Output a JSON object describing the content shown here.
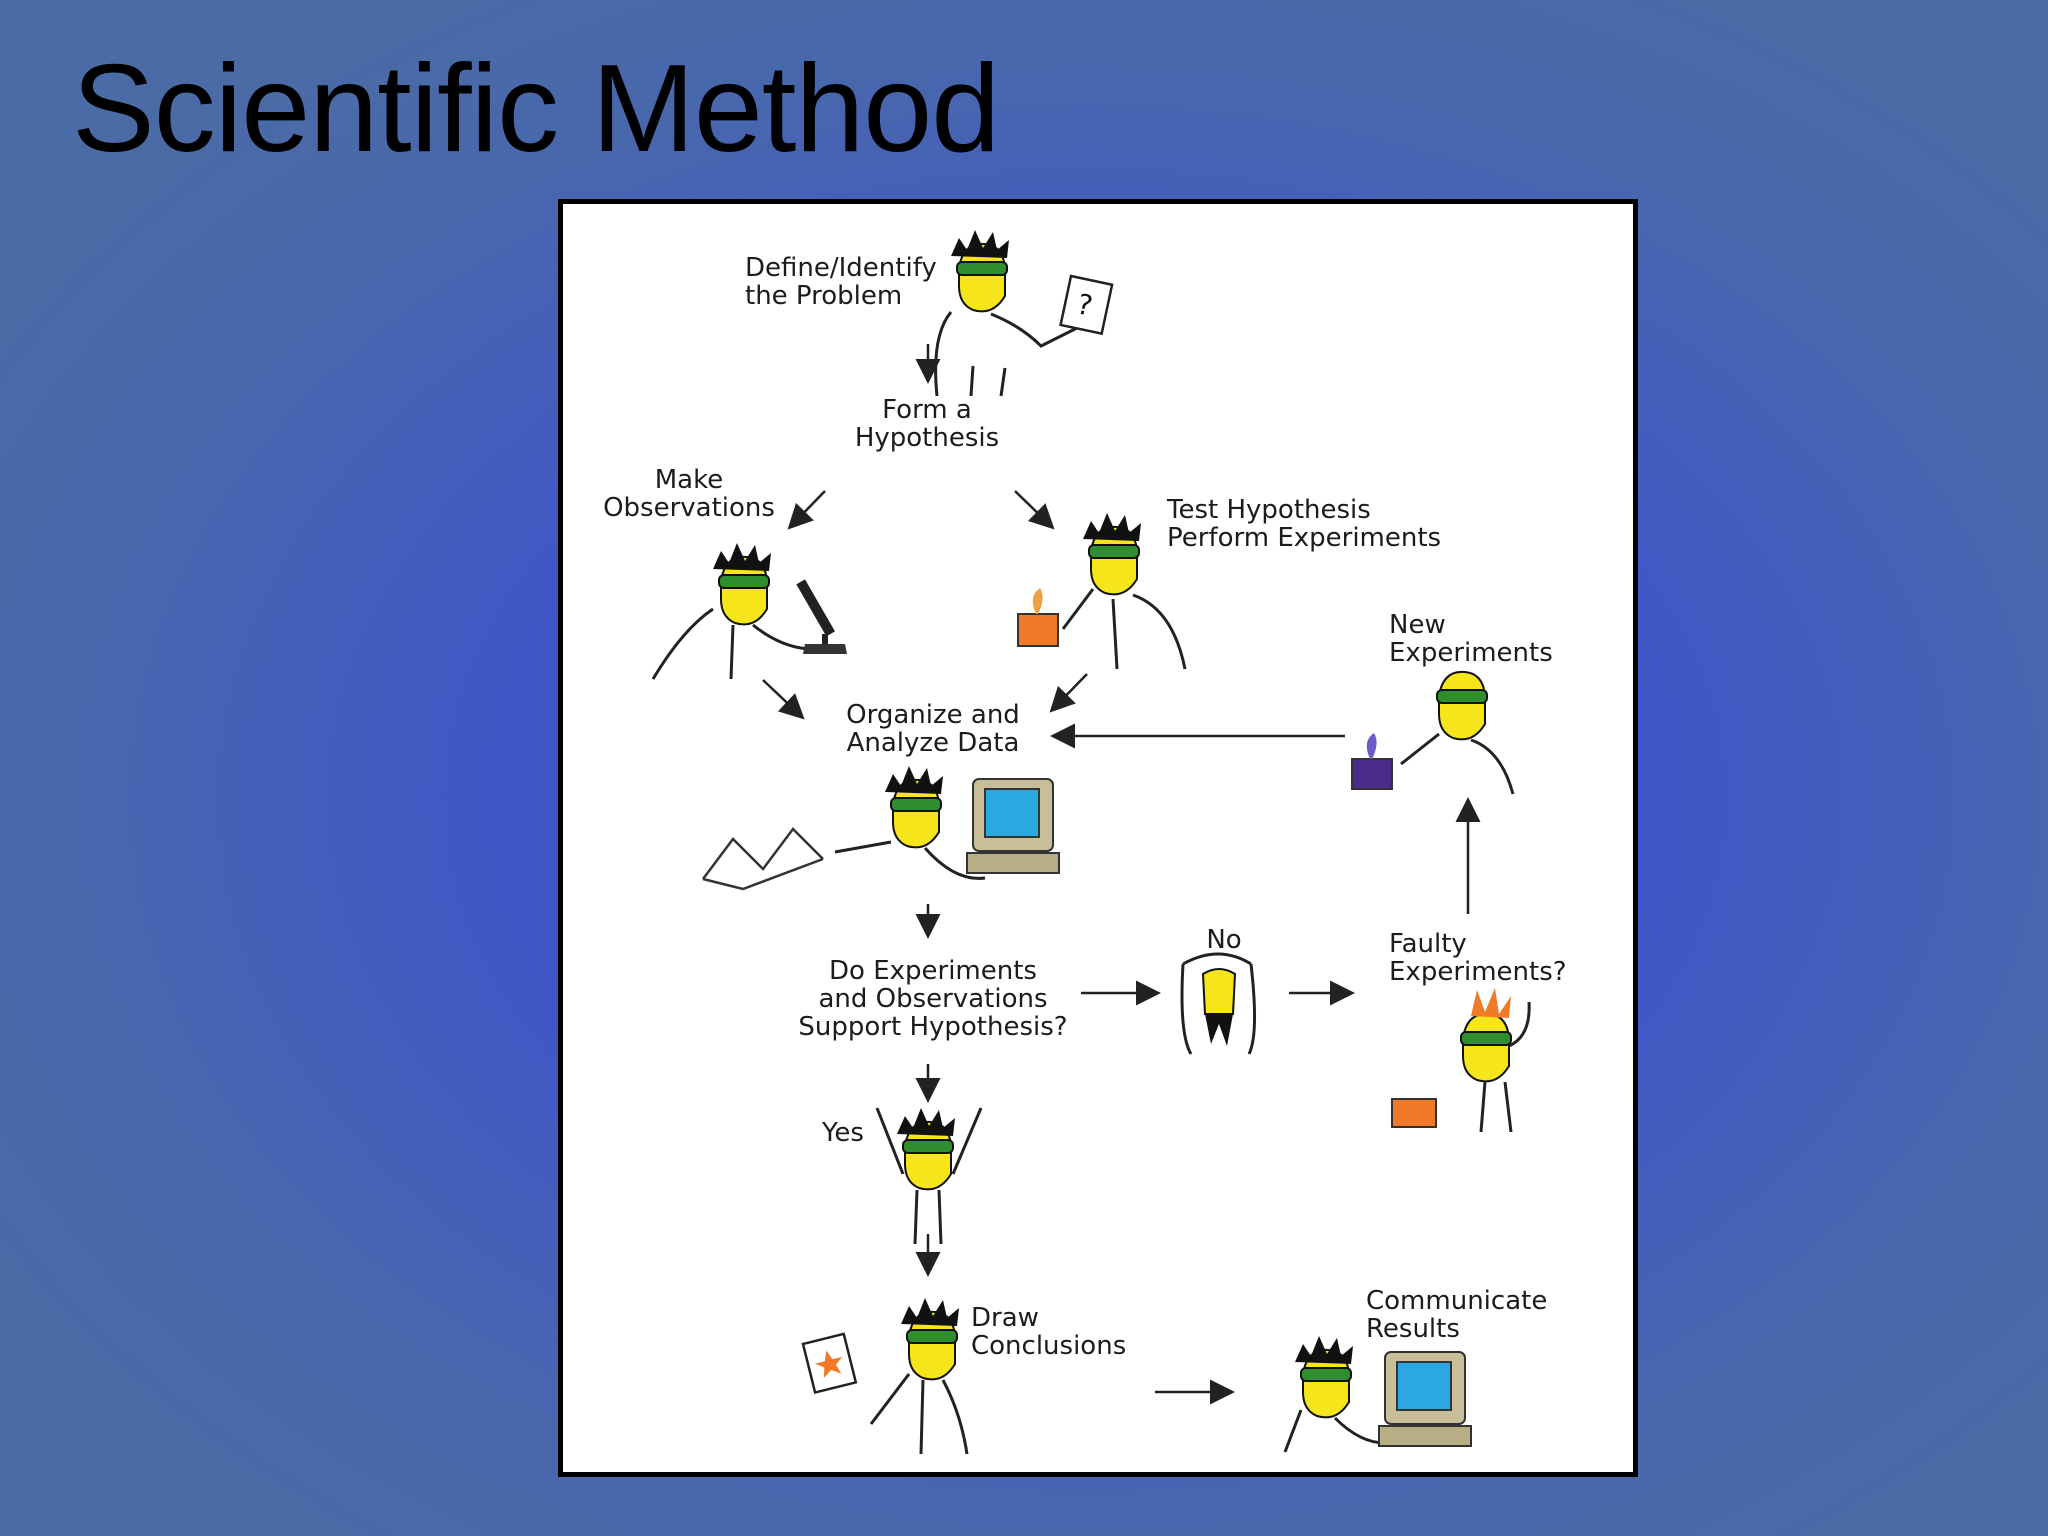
{
  "slide": {
    "title": "Scientific Method"
  },
  "diagram": {
    "steps": {
      "define": [
        "Define/Identify",
        "the Problem"
      ],
      "hypothesis": [
        "Form a",
        "Hypothesis"
      ],
      "observe": [
        "Make",
        "Observations"
      ],
      "test": [
        "Test Hypothesis",
        "Perform Experiments"
      ],
      "organize": [
        "Organize and",
        "Analyze Data"
      ],
      "new_experiments": [
        "New",
        "Experiments"
      ],
      "support": [
        "Do Experiments",
        "and Observations",
        "Support Hypothesis?"
      ],
      "no": "No",
      "faulty": [
        "Faulty",
        "Experiments?"
      ],
      "yes": "Yes",
      "conclusions": [
        "Draw",
        "Conclusions"
      ],
      "communicate": [
        "Communicate",
        "Results"
      ]
    },
    "paper_mark": "?",
    "colors": {
      "skin": "#f6e51a",
      "goggles": "#2f8f2f",
      "hair": "#111111",
      "orange_beaker": "#f07a28",
      "purple_beaker": "#4a2b8c",
      "monitor": "#c8bf98",
      "screen": "#2aa8e0"
    }
  }
}
